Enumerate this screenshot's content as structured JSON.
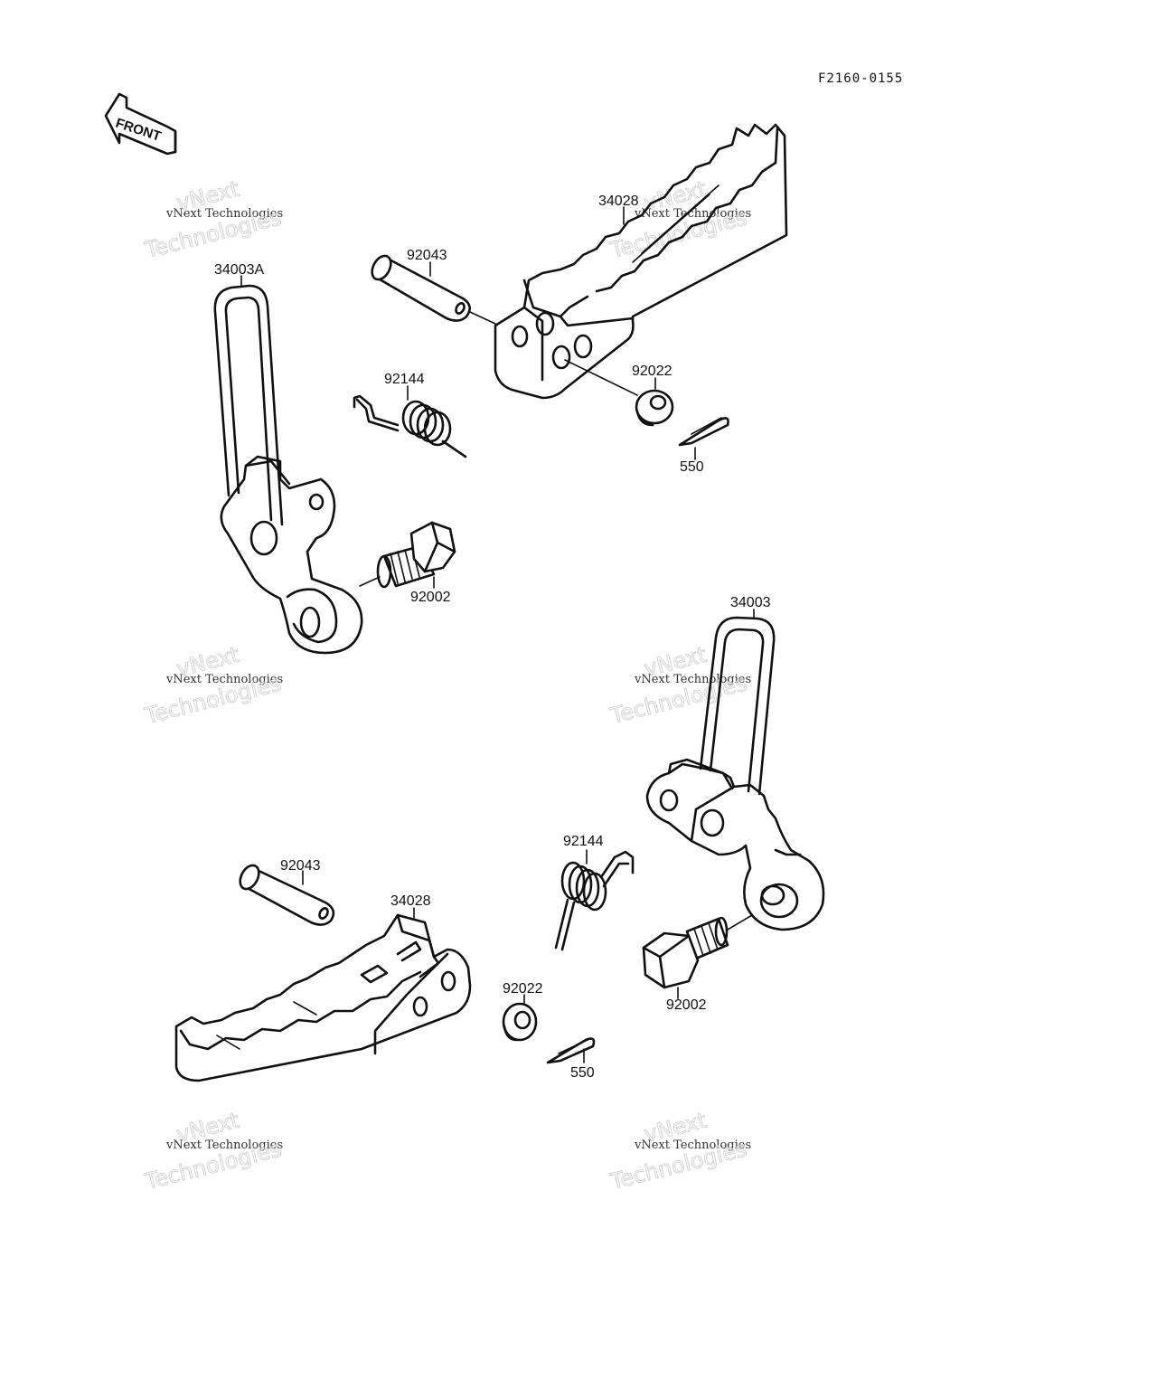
{
  "figure_code": "F2160-0155",
  "direction_arrow": {
    "label": "FRONT",
    "icon": "front-arrow-icon"
  },
  "watermark": {
    "line1": "vNext Technologies",
    "line2": "vNext",
    "line3": "Technologies"
  },
  "callouts": {
    "footrest_left_upper": "34028",
    "pin_upper": "92043",
    "bracket_left": "34003A",
    "spring_upper": "92144",
    "washer_upper": "92022",
    "cotter_pin_upper": "550",
    "bolt_upper": "92002",
    "bracket_right": "34003",
    "pin_lower": "92043",
    "footrest_lower": "34028",
    "spring_lower": "92144",
    "washer_lower": "92022",
    "cotter_pin_lower": "550",
    "bolt_lower": "92002"
  }
}
